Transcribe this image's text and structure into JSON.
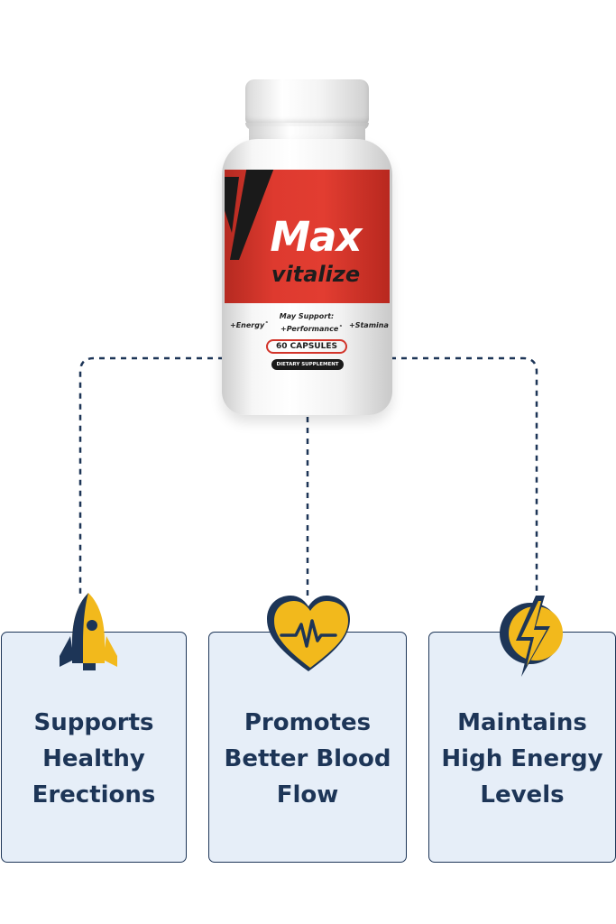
{
  "theme": {
    "page_bg": "#ffffff",
    "navy": "#1d3557",
    "gold": "#f2b91c",
    "label_red": "#de3a2f",
    "card_bg": "#e6eef8"
  },
  "product": {
    "brand_main": "Max",
    "brand_sub": "vitalize",
    "may_support": "May Support:",
    "tag_energy": "+Energy˚",
    "tag_performance": "+Performance˚",
    "tag_stamina": "+Stamina˚",
    "capsules": "60 CAPSULES",
    "dietary": "DIETARY SUPPLEMENT"
  },
  "benefits": [
    {
      "icon": "rocket-icon",
      "text": "Supports\nHealthy\nErections"
    },
    {
      "icon": "heart-pulse-icon",
      "text": "Promotes\nBetter Blood\nFlow"
    },
    {
      "icon": "lightning-bolt-icon",
      "text": "Maintains\nHigh Energy\nLevels"
    }
  ]
}
